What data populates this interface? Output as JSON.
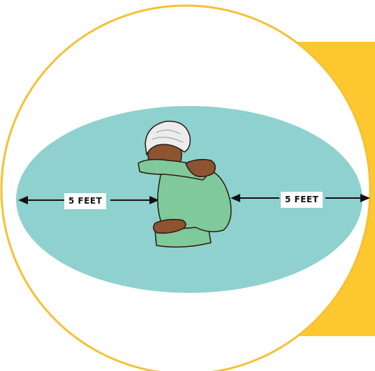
{
  "illustration": {
    "left_distance_label": "5 FEET",
    "right_distance_label": "5 FEET",
    "figure": "person-coughing-into-elbow",
    "colors": {
      "accent_square": "#FDC82F",
      "circle_border": "#F7C033",
      "zone": "#8FD1CE",
      "shirt": "#7FC99A",
      "skin": "#8E5331",
      "headwrap": "#ECECEC",
      "arrow": "#111111"
    }
  }
}
